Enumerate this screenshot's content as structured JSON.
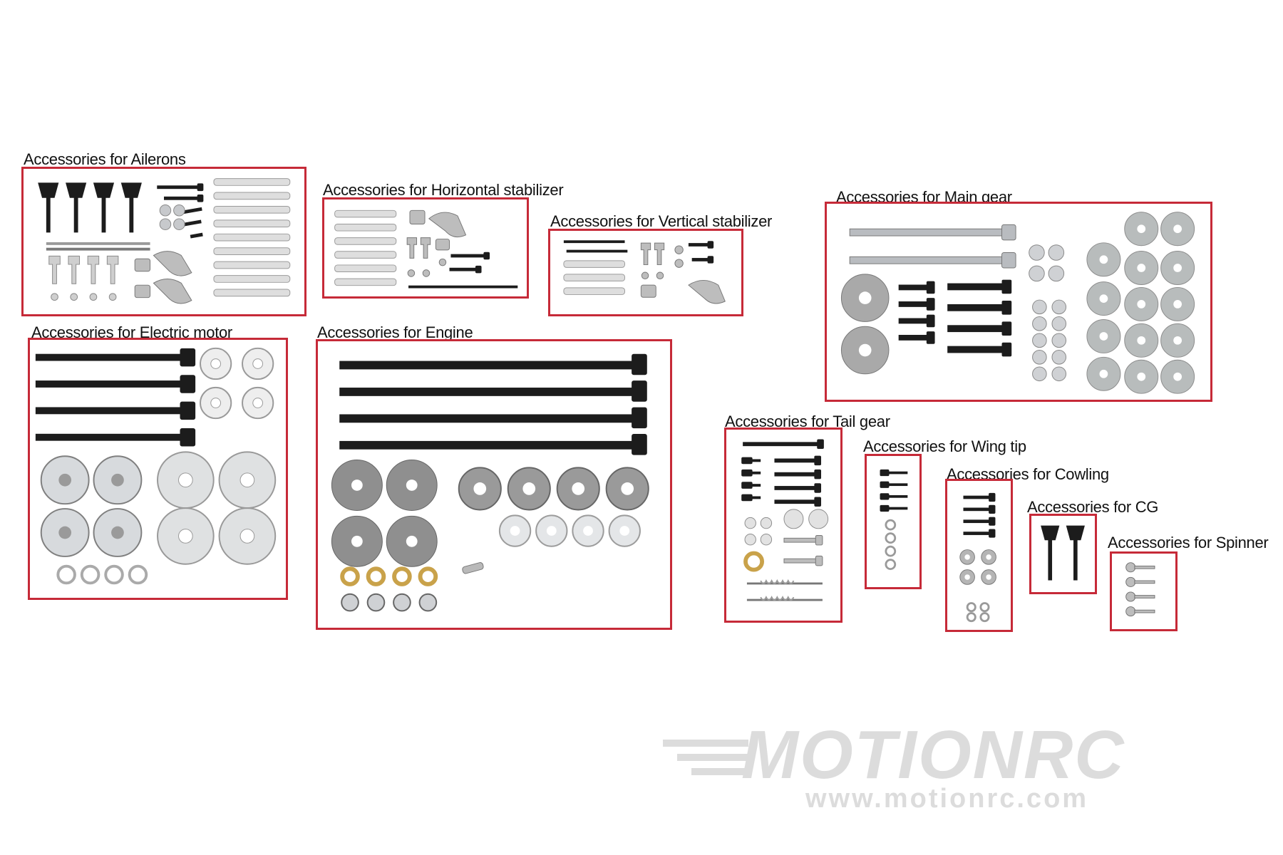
{
  "groups": {
    "ailerons": {
      "label": "Accessories for Ailerons"
    },
    "horizontal_stabilizer": {
      "label": "Accessories for Horizontal stabilizer"
    },
    "vertical_stabilizer": {
      "label": "Accessories for Vertical stabilizer"
    },
    "main_gear": {
      "label": "Accessories for Main gear"
    },
    "electric_motor": {
      "label": "Accessories for Electric motor"
    },
    "engine": {
      "label": "Accessories for Engine"
    },
    "tail_gear": {
      "label": "Accessories for Tail gear"
    },
    "wing_tip": {
      "label": "Accessories for Wing tip"
    },
    "cowling": {
      "label": "Accessories for Cowling"
    },
    "cg": {
      "label": "Accessories for CG"
    },
    "spinner": {
      "label": "Accessories for Spinner"
    }
  },
  "watermark": {
    "logo_text": "MOTIONRC",
    "url": "www.motionrc.com"
  },
  "colors": {
    "box_border": "#c62a38",
    "bolt_black": "#1c1c1c",
    "steel": "#c7c9cc",
    "nylon": "#d8d8d8",
    "brass": "#c9a24a",
    "watermark": "#dcdcdc"
  }
}
